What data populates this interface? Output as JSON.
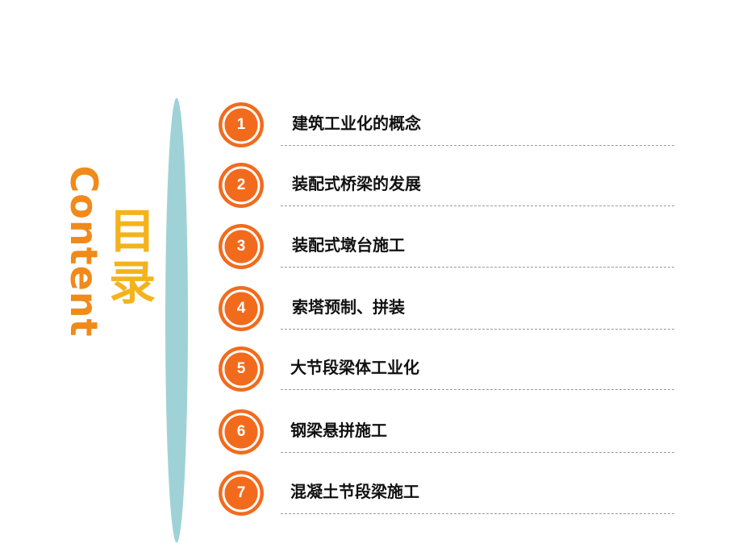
{
  "title": {
    "en": "Content",
    "zh_line1": "目",
    "zh_line2": "录"
  },
  "colors": {
    "orange": "#F08A1A",
    "gold": "#F4B31C",
    "teal": "#9FD2D6",
    "badge_fill": "#F26B1D"
  },
  "items": [
    {
      "number": "1",
      "label": "建筑工业化的概念"
    },
    {
      "number": "2",
      "label": "装配式桥梁的发展"
    },
    {
      "number": "3",
      "label": "装配式墩台施工"
    },
    {
      "number": "4",
      "label": "索塔预制、拼装"
    },
    {
      "number": "5",
      "label": "大节段梁体工业化"
    },
    {
      "number": "6",
      "label": "钢梁悬拼施工"
    },
    {
      "number": "7",
      "label": "混凝土节段梁施工"
    }
  ]
}
